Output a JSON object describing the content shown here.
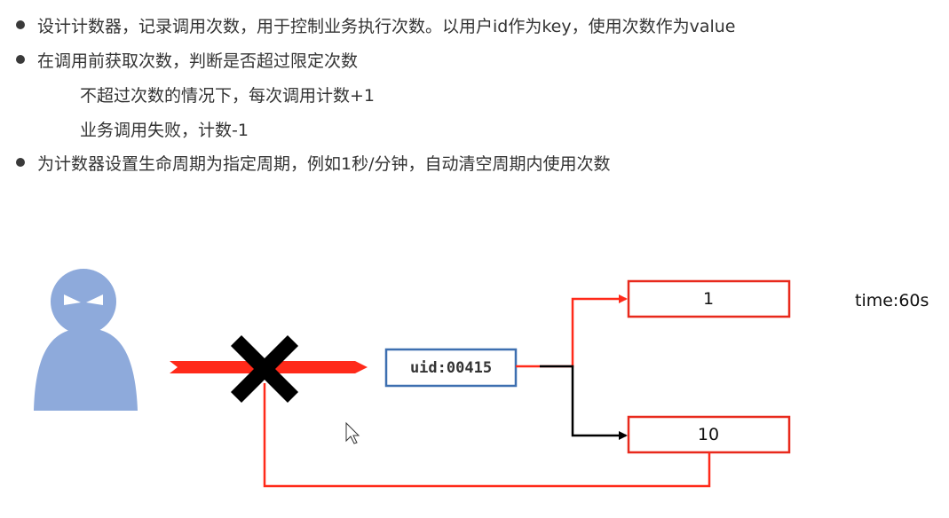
{
  "bullets": [
    "设计计数器，记录调用次数，用于控制业务执行次数。以用户id作为key，使用次数作为value",
    "在调用前获取次数，判断是否超过限定次数",
    "为计数器设置生命周期为指定周期，例如1秒/分钟，自动清空周期内使用次数"
  ],
  "sub_points": [
    "不超过次数的情况下，每次调用计数+1",
    "业务调用失败，计数-1"
  ],
  "diagram": {
    "uid_label": "uid:00415",
    "counter_top": "1",
    "counter_bottom": "10",
    "time_label": "time:60s",
    "colors": {
      "user": "#8eaadb",
      "arrow_red": "#ff2a1a",
      "box_red": "#e8291c",
      "uid_border": "#3d6fb0",
      "black": "#000000"
    }
  }
}
